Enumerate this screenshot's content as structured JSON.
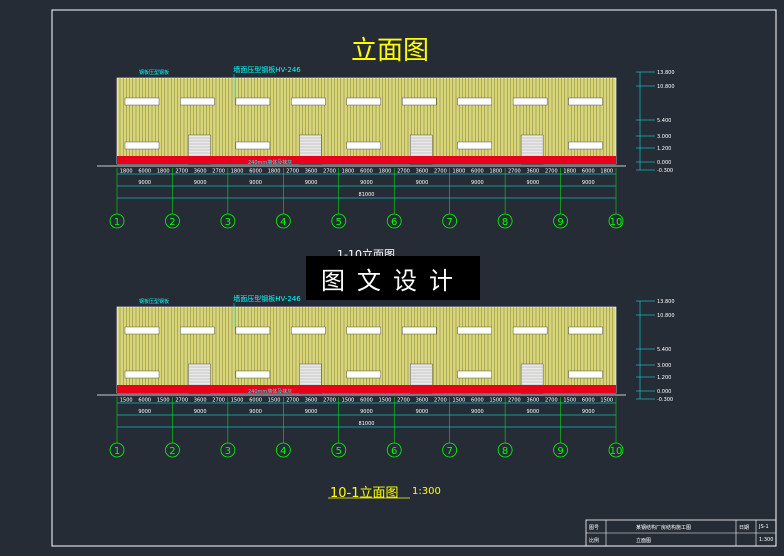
{
  "title": "立面图",
  "watermark": "图文设计",
  "elev_top": {
    "callout_roof": "墙面压型钢板HV-246",
    "callout_wall": "钢板压型钢板",
    "callout_skirt": "240mm墙体及抹灰",
    "partial_label": "1-10立面图",
    "dims_row": [
      "1800",
      "6000",
      "1800",
      "2700",
      "3600",
      "2700",
      "1800",
      "6000",
      "1800",
      "2700",
      "3600",
      "2700",
      "1800",
      "6000",
      "1800",
      "2700",
      "3600",
      "2700",
      "1800",
      "6000",
      "1800",
      "2700",
      "3600",
      "2700",
      "1800",
      "6000",
      "1800"
    ],
    "bay_dims": [
      "9000",
      "9000",
      "9000",
      "9000",
      "9000",
      "9000",
      "9000",
      "9000",
      "9000"
    ],
    "total": "81000",
    "levels_right": [
      "13.800",
      "10.800",
      "5.400",
      "3.000",
      "1.200",
      "0.000",
      "-0.300"
    ]
  },
  "elev_bottom": {
    "callout_roof": "墙面压型钢板HV-246",
    "callout_wall": "钢板压型钢板",
    "callout_skirt": "240mm墙体及抹灰",
    "dims_row": [
      "1500",
      "6000",
      "1500",
      "2700",
      "3600",
      "2700",
      "1500",
      "6000",
      "1500",
      "2700",
      "3600",
      "2700",
      "1500",
      "6000",
      "1500",
      "2700",
      "3600",
      "2700",
      "1500",
      "6000",
      "1500",
      "2700",
      "3600",
      "2700",
      "1500",
      "6000",
      "1500"
    ],
    "bay_dims": [
      "9000",
      "9000",
      "9000",
      "9000",
      "9000",
      "9000",
      "9000",
      "9000",
      "9000"
    ],
    "total": "81000",
    "levels_right": [
      "13.800",
      "10.800",
      "5.400",
      "3.000",
      "1.200",
      "0.000",
      "-0.300"
    ]
  },
  "axis_labels": [
    "1",
    "2",
    "3",
    "4",
    "5",
    "6",
    "7",
    "8",
    "9",
    "10"
  ],
  "caption": "10-1立面图",
  "caption_scale": "1:300",
  "title_block": {
    "project": "某钢结构厂房结构施工图",
    "drawing": "立面图",
    "labels": [
      "图号",
      "比例",
      "日期"
    ],
    "values": [
      "JS-1",
      "1:300",
      ""
    ]
  },
  "colors": {
    "background": "#262c36",
    "wall": "#d9d67a",
    "rib": "#7a7a3a",
    "skirt": "#e8001a",
    "dimension": "#00ffff",
    "axis": "#00ff00",
    "title": "#ffff00",
    "frame": "#ffffff"
  }
}
